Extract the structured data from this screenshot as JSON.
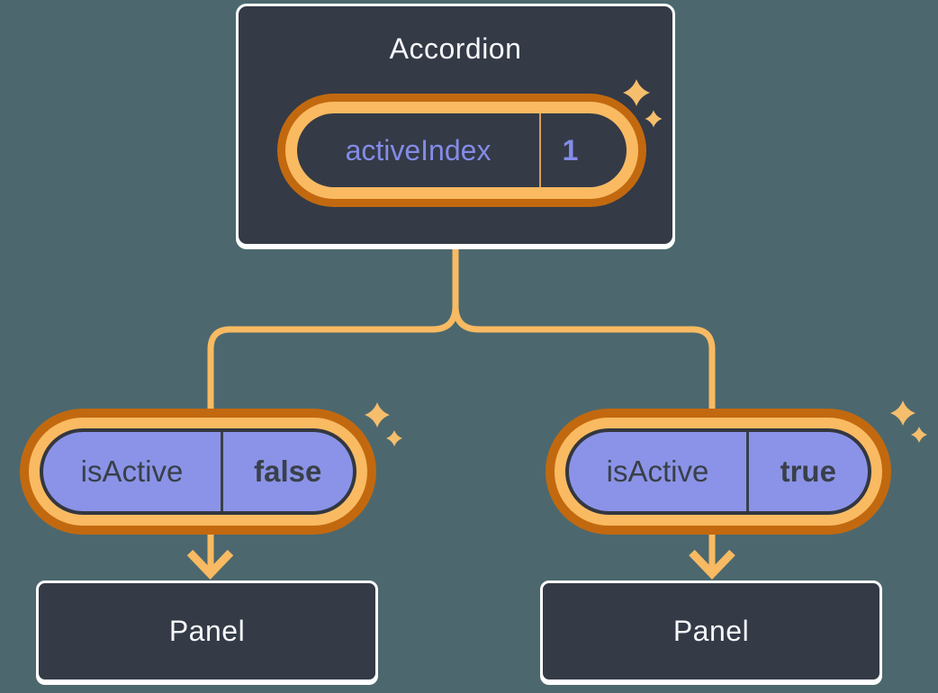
{
  "colors": {
    "background": "#4C686E",
    "node_fill": "#343A46",
    "node_border": "#FFFFFF",
    "connector": "#F8BA62",
    "ring_outer": "#C2690F",
    "ring_inner": "#F9BA62",
    "prop_fill": "#8B93E8",
    "prop_outline": "#33373F",
    "prop_text": "#394049",
    "state_text": "#838CE7",
    "state_divider": "#DB9F58",
    "title_text": "#F6F7F9",
    "sparkle": "#F5BE6D"
  },
  "icons": {
    "sparkle_icon": "✦",
    "arrow_down_icon": "↓"
  },
  "diagram": {
    "root": {
      "title": "Accordion",
      "state_pill": {
        "name": "activeIndex",
        "value": "1"
      }
    },
    "children": [
      {
        "prop_pill": {
          "name": "isActive",
          "value": "false"
        },
        "panel": {
          "label": "Panel"
        }
      },
      {
        "prop_pill": {
          "name": "isActive",
          "value": "true"
        },
        "panel": {
          "label": "Panel"
        }
      }
    ]
  }
}
